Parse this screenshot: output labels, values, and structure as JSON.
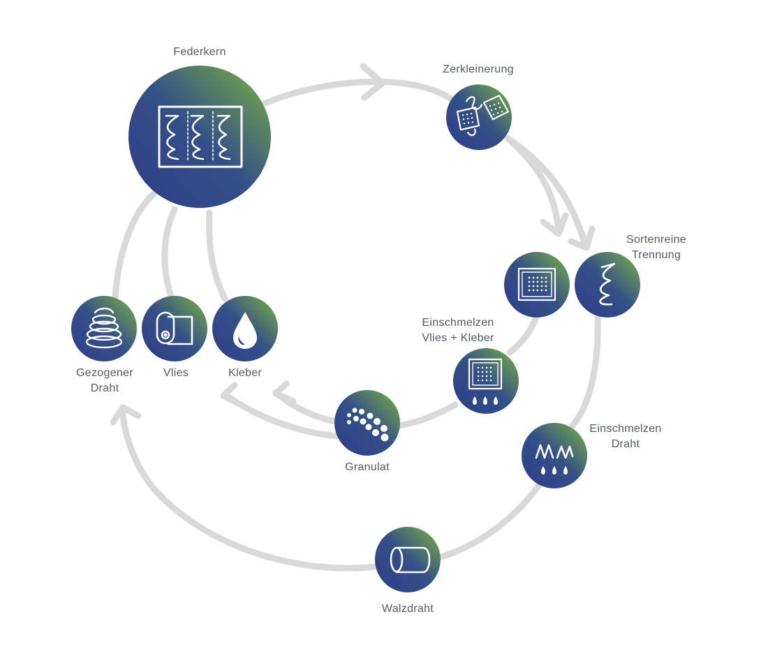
{
  "colors": {
    "gradient_start": "#2e3c8a",
    "gradient_mid": "#345086",
    "gradient_end": "#7cb342",
    "arrow": "#d9d9d9",
    "icon": "#ffffff",
    "label_text": "#555a60"
  },
  "nodes": [
    {
      "id": "federkern",
      "icon": "spring-core-icon",
      "lines": [
        "Federkern"
      ]
    },
    {
      "id": "zerkleinerung",
      "icon": "shredding-icon",
      "lines": [
        "Zerkleinerung"
      ]
    },
    {
      "id": "sortenreine-trennung",
      "icon": "wire-coil-icon",
      "lines": [
        "Sortenreine",
        "Trennung"
      ]
    },
    {
      "id": "vlies-pad",
      "icon": "fleece-pad-icon",
      "lines": []
    },
    {
      "id": "einschmelzen-vlies",
      "icon": "melt-fleece-icon",
      "lines": [
        "Einschmelzen",
        "Vlies + Kleber"
      ]
    },
    {
      "id": "einschmelzen-draht",
      "icon": "melt-wire-icon",
      "lines": [
        "Einschmelzen",
        "Draht"
      ]
    },
    {
      "id": "granulat",
      "icon": "granulate-icon",
      "lines": [
        "Granulat"
      ]
    },
    {
      "id": "walzdraht",
      "icon": "wire-rod-icon",
      "lines": [
        "Walzdraht"
      ]
    },
    {
      "id": "gezogener-draht",
      "icon": "drawn-wire-icon",
      "lines": [
        "Gezogener",
        "Draht"
      ]
    },
    {
      "id": "vlies",
      "icon": "fleece-roll-icon",
      "lines": [
        "Vlies"
      ]
    },
    {
      "id": "kleber",
      "icon": "glue-drop-icon",
      "lines": [
        "Kleber"
      ]
    }
  ]
}
